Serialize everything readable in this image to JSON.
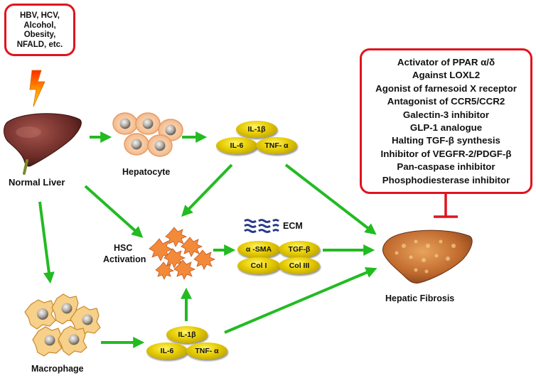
{
  "risk_factors": [
    "HBV, HCV,",
    "Alcohol,",
    "Obesity,",
    "NFALD, etc."
  ],
  "therapies": [
    "Activator of PPAR α/δ",
    "Against LOXL2",
    "Agonist of farnesoid X receptor",
    "Antagonist of CCR5/CCR2",
    "Galectin-3 inhibitor",
    "GLP-1 analogue",
    "Halting TGF-β synthesis",
    "Inhibitor of VEGFR-2/PDGF-β",
    "Pan-caspase inhibitor",
    "Phosphodiesterase inhibitor"
  ],
  "labels": {
    "normal_liver": "Normal Liver",
    "hepatocyte": "Hepatocyte",
    "hsc_activation_1": "HSC",
    "hsc_activation_2": "Activation",
    "macrophage": "Macrophage",
    "hepatic_fibrosis": "Hepatic Fibrosis",
    "ecm": "ECM"
  },
  "cytokines_hepatocyte": {
    "il1b": "IL-1β",
    "il6": "IL-6",
    "tnfa": "TNF- α"
  },
  "hsc_factors": {
    "asma": "α -SMA",
    "tgfb": "TGF-β",
    "col1": "Col I",
    "col3": "Col III"
  },
  "cytokines_macrophage": {
    "il1b": "IL-1β",
    "il6": "IL-6",
    "tnfa": "TNF- α"
  },
  "colors": {
    "arrow": "#22bb22",
    "inhibit": "#e0141e",
    "box_border": "#e0141e",
    "oval": "#e8cf06"
  }
}
